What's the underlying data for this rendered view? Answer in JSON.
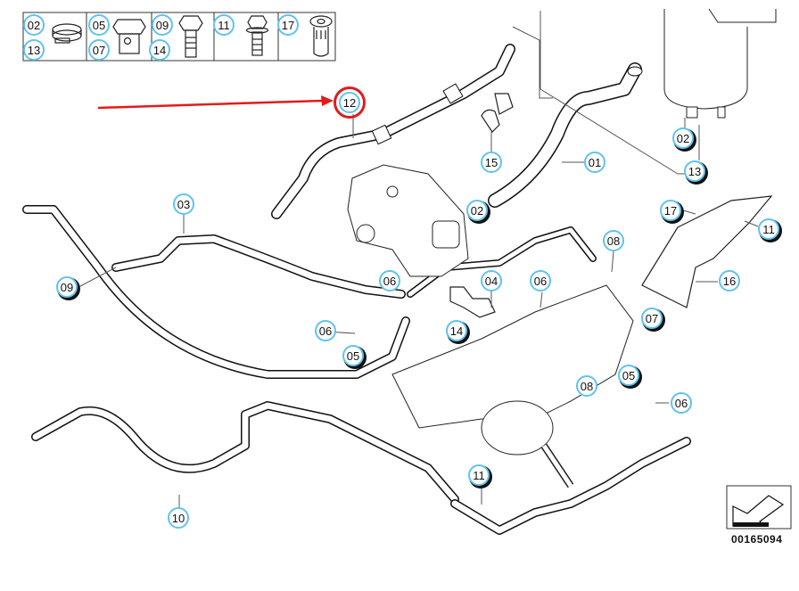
{
  "diagram": {
    "title": "Power steering hoses and lines exploded parts diagram",
    "figure_number": "00165094",
    "highlight": {
      "part": "12",
      "color": "#e31b1b"
    },
    "callout_color": "#5ec3ee",
    "fastener_legend": [
      {
        "parts": [
          "02",
          "13"
        ],
        "icon": "hose-clamp-icon"
      },
      {
        "parts": [
          "05",
          "07"
        ],
        "icon": "banjo-bolt-icon"
      },
      {
        "parts": [
          "09",
          "14"
        ],
        "icon": "hex-bolt-icon"
      },
      {
        "parts": [
          "11"
        ],
        "icon": "flange-bolt-icon"
      },
      {
        "parts": [
          "17"
        ],
        "icon": "rivet-nut-icon"
      }
    ],
    "callouts": [
      {
        "id": "c12",
        "label": "12"
      },
      {
        "id": "c03",
        "label": "03"
      },
      {
        "id": "c15",
        "label": "15"
      },
      {
        "id": "c01",
        "label": "01"
      },
      {
        "id": "c02a",
        "label": "02"
      },
      {
        "id": "c02b",
        "label": "02"
      },
      {
        "id": "c13",
        "label": "13"
      },
      {
        "id": "c17",
        "label": "17"
      },
      {
        "id": "c11a",
        "label": "11"
      },
      {
        "id": "c09",
        "label": "09"
      },
      {
        "id": "c06a",
        "label": "06"
      },
      {
        "id": "c04",
        "label": "04"
      },
      {
        "id": "c06b",
        "label": "06"
      },
      {
        "id": "c08a",
        "label": "08"
      },
      {
        "id": "c16",
        "label": "16"
      },
      {
        "id": "c07",
        "label": "07"
      },
      {
        "id": "c14",
        "label": "14"
      },
      {
        "id": "c06c",
        "label": "06"
      },
      {
        "id": "c05a",
        "label": "05"
      },
      {
        "id": "c08b",
        "label": "08"
      },
      {
        "id": "c05b",
        "label": "05"
      },
      {
        "id": "c06d",
        "label": "06"
      },
      {
        "id": "c10",
        "label": "10"
      },
      {
        "id": "c11b",
        "label": "11"
      }
    ]
  }
}
